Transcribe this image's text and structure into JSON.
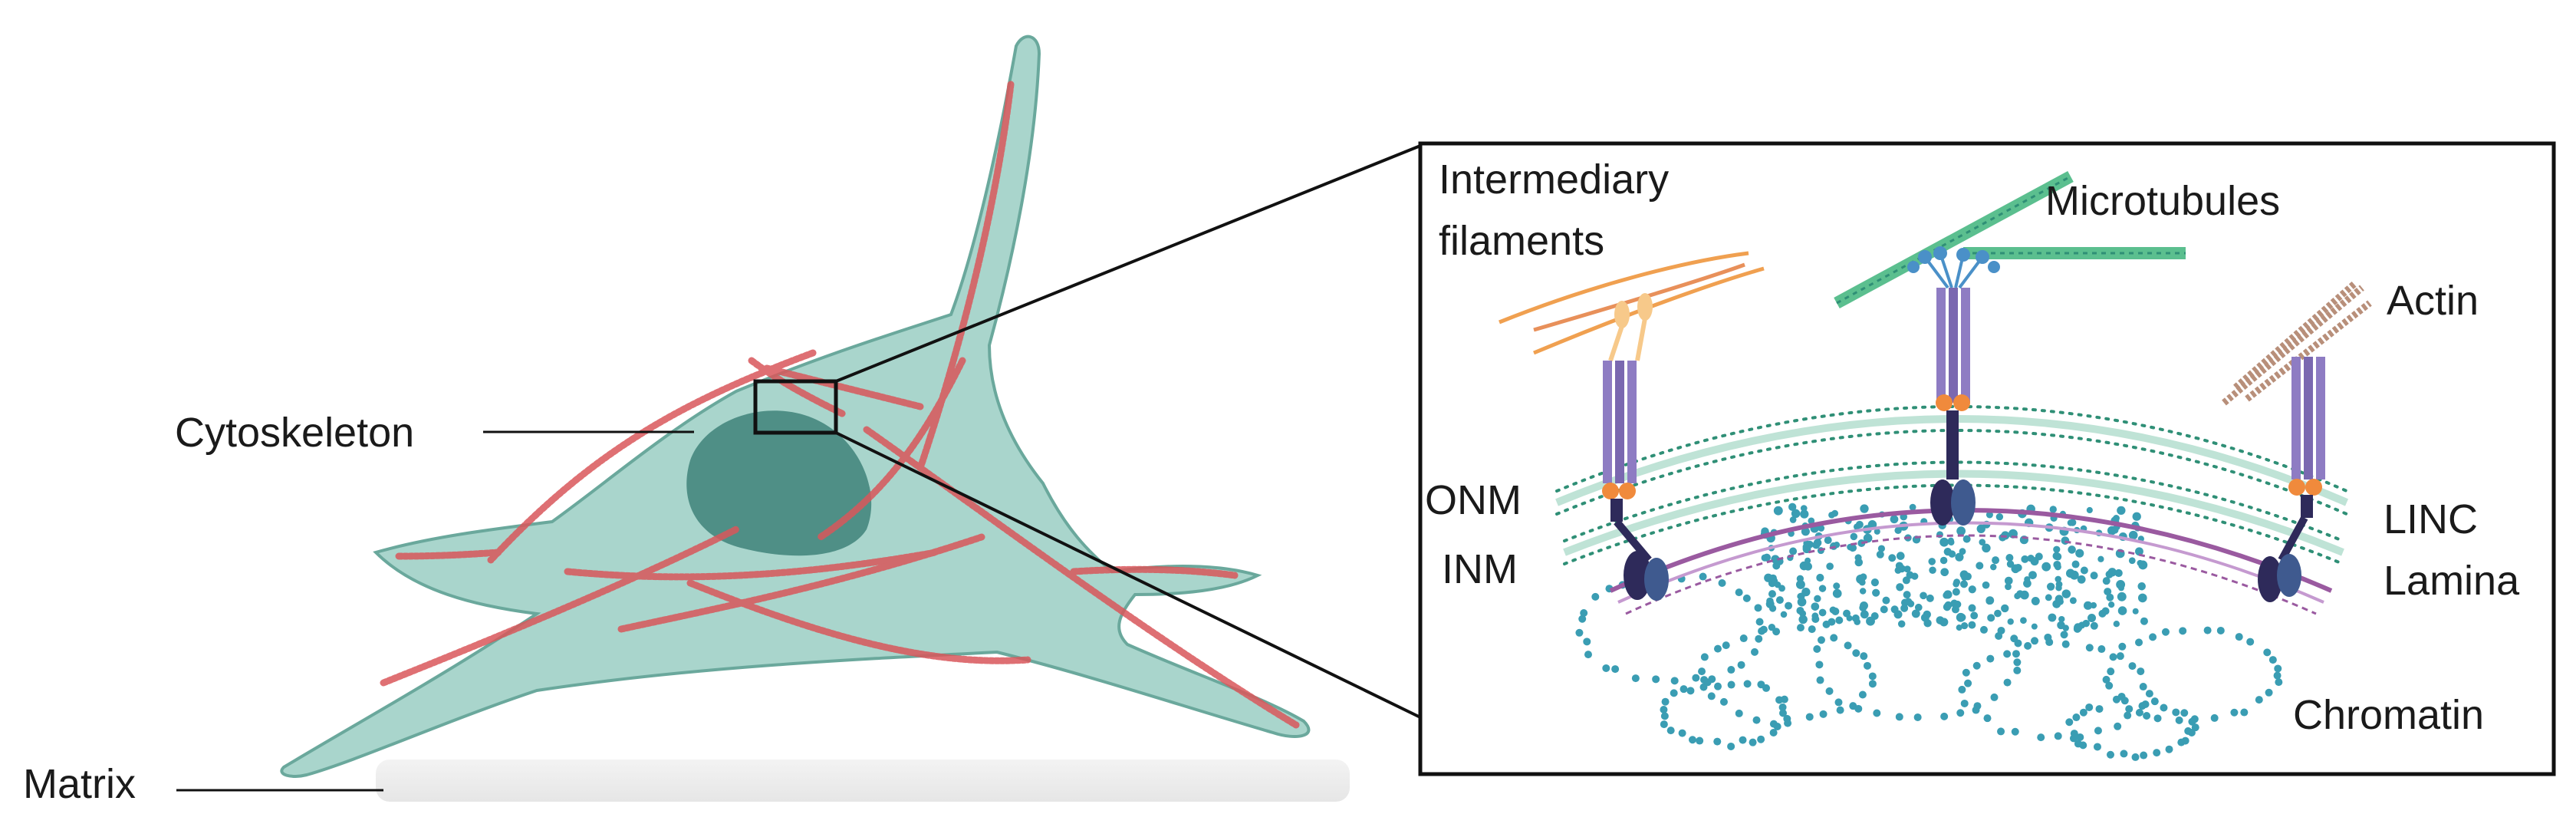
{
  "labels": {
    "cytoskeleton": "Cytoskeleton",
    "matrix": "Matrix",
    "intermediary_line1": "Intermediary",
    "intermediary_line2": "filaments",
    "microtubules": "Microtubules",
    "actin": "Actin",
    "onm": "ONM",
    "inm": "INM",
    "linc": "LINC",
    "lamina": "Lamina",
    "chromatin": "Chromatin"
  },
  "colors": {
    "cell_fill": "#a9d5cc",
    "cell_stroke": "#6aa89c",
    "nucleus": "#4f8f86",
    "actin_fibers": "#d9575b",
    "membrane_heads": "#2f8f76",
    "lamina": "#9a5aa0",
    "chromatin": "#3a9db3",
    "linc_purple": "#8e7cc3",
    "linc_dark": "#2e2a5a",
    "linc_orange": "#f08a3c",
    "intermediate_filament": "#f0a050",
    "microtubule": "#5bbf8f",
    "actin_filament": "#b88f7a"
  }
}
